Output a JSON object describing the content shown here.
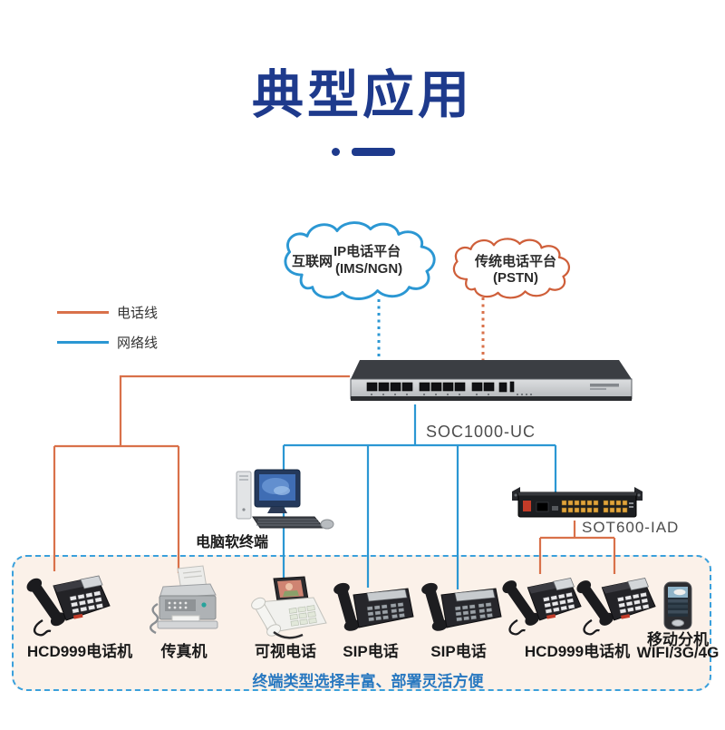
{
  "title": {
    "text": "典型应用"
  },
  "legend": {
    "items": [
      {
        "label": "电话线",
        "color": "#d9714a"
      },
      {
        "label": "网络线",
        "color": "#2b97d3"
      }
    ]
  },
  "clouds": {
    "internet": {
      "side_label": "互联网",
      "line1": "IP电话平台",
      "line2": "(IMS/NGN)"
    },
    "pstn": {
      "line1": "传统电话平台",
      "line2": "(PSTN)"
    }
  },
  "nodes": {
    "soc1000": {
      "label": "SOC1000-UC"
    },
    "sot600": {
      "label": "SOT600-IAD"
    },
    "pc": {
      "label": "电脑软终端"
    }
  },
  "terminals": {
    "items": [
      {
        "label": "HCD999电话机"
      },
      {
        "label": "传真机"
      },
      {
        "label": "可视电话"
      },
      {
        "label": "SIP电话"
      },
      {
        "label": "SIP电话"
      },
      {
        "label": "HCD999电话机"
      },
      {
        "label": "移动分机",
        "label2": "WIFI/3G/4G"
      }
    ],
    "caption": "终端类型选择丰富、部署灵活方便"
  },
  "colors": {
    "title": "#1e3a8c",
    "phone_line": "#d9714a",
    "network_line": "#2b97d3",
    "pstn_cloud": "#cf5f3a",
    "internet_cloud": "#2b97d3",
    "box_border": "#3aa0dc",
    "box_bg": "#fbf1e9",
    "caption_text": "#2878c0",
    "label_text": "#1a1a1a",
    "node_label_text": "#4d4d4d"
  }
}
